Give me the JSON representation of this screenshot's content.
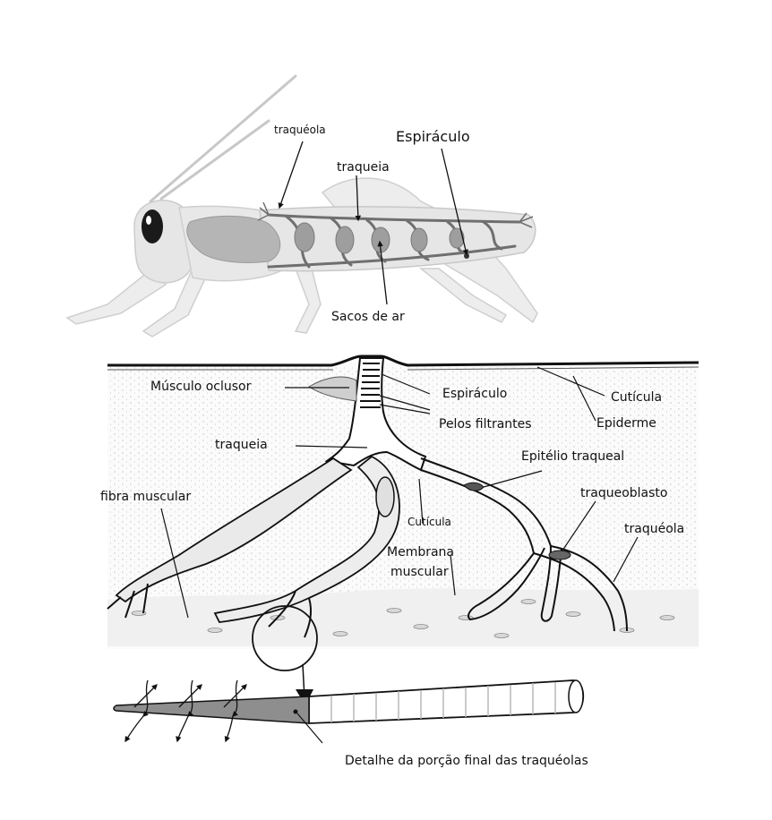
{
  "grasshopper": {
    "labels": {
      "tracheole": "traquéola",
      "trachea": "traqueia",
      "spiracle": "Espiráculo",
      "air_sacs": "Sacos de ar"
    }
  },
  "section": {
    "labels": {
      "occlusor_muscle": "Músculo oclusor",
      "spiracle": "Espiráculo",
      "cuticle_outer": "Cutícula",
      "filter_hairs": "Pelos filtrantes",
      "epidermis": "Epiderme",
      "trachea": "traqueia",
      "tracheal_epithelium": "Epitélio traqueal",
      "muscle_fiber": "fibra muscular",
      "tracheoblast": "traqueoblasto",
      "cuticle_inner": "Cutícula",
      "tracheole": "traquéola",
      "muscle_membrane_line1": "Membrana",
      "muscle_membrane_line2": "muscular"
    }
  },
  "detail": {
    "caption": "Detalhe da porção final das traquéolas"
  },
  "colors": {
    "ink": "#111111",
    "body_fill": "#e8e8e8",
    "organ_fill": "#b8b8b8",
    "trachea_fill": "#9a9a9a",
    "tissue_fill": "#f4f4f4"
  }
}
